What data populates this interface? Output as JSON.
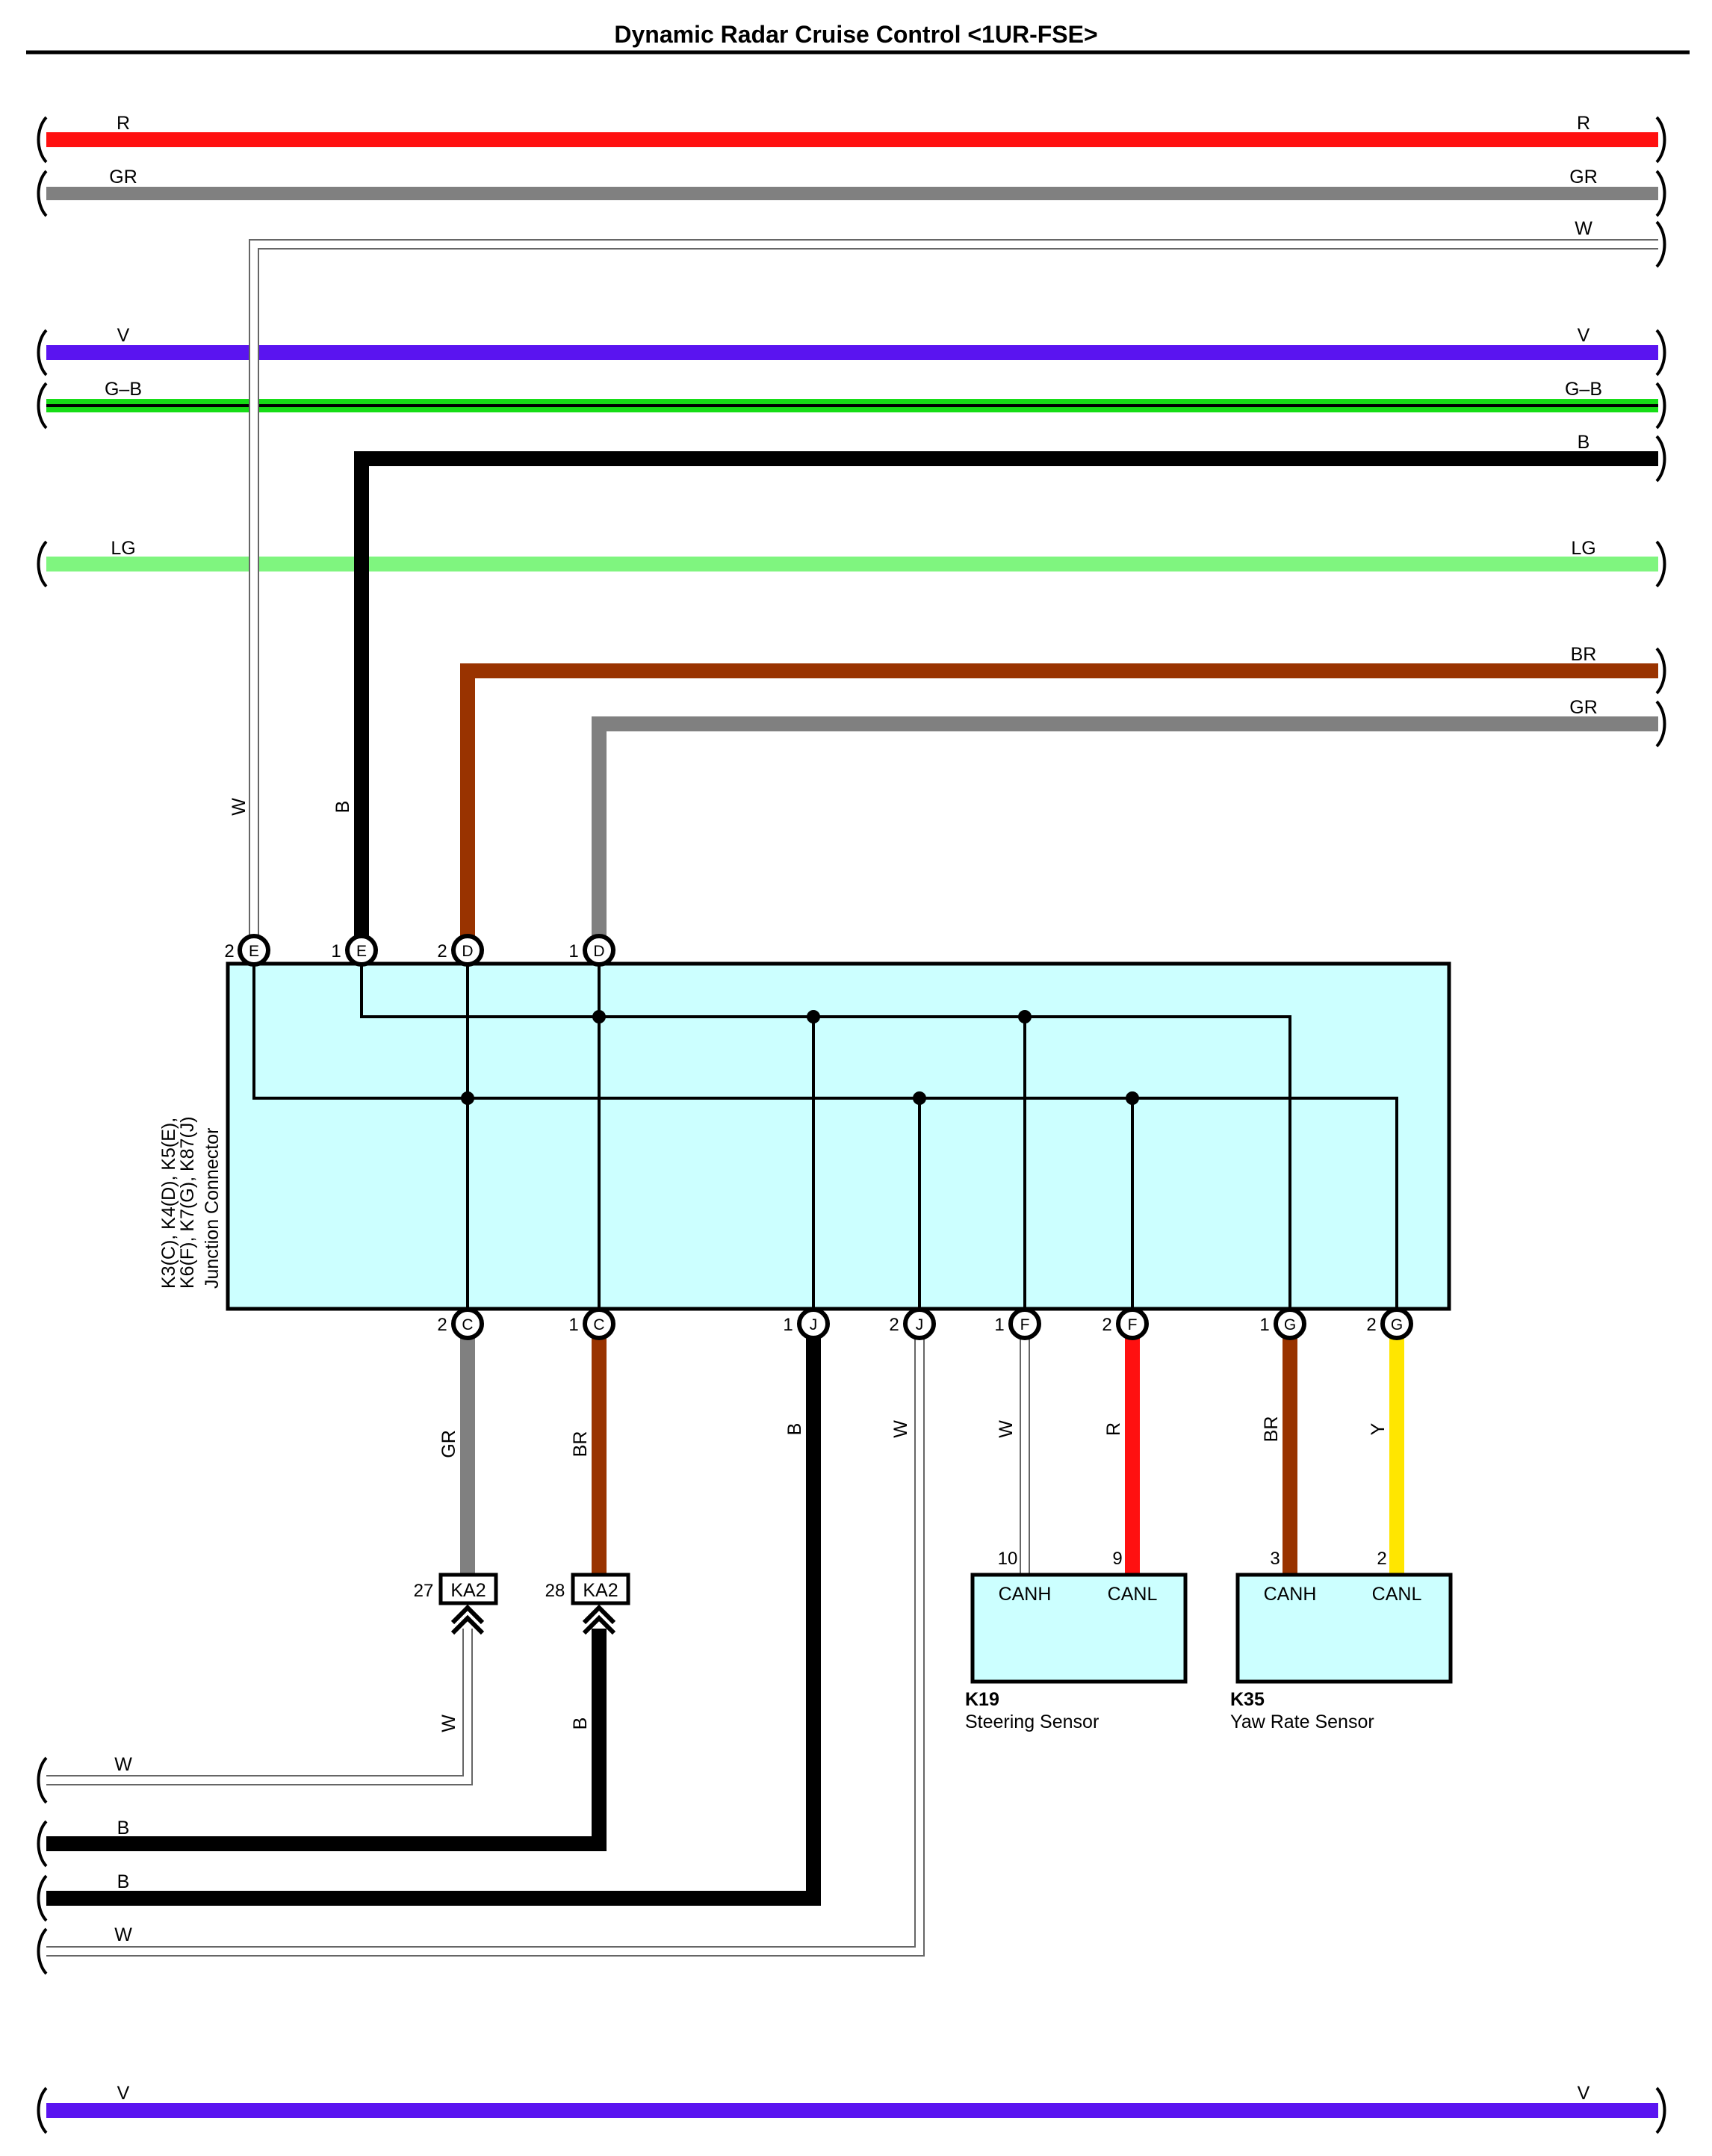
{
  "title": "Dynamic Radar Cruise Control <1UR-FSE>",
  "colors": {
    "R": "#ff1010",
    "GR": "#808080",
    "W": "#ffffff",
    "V": "#5a14f0",
    "G": "#16dd16",
    "LG": "#7ff57f",
    "B": "#000000",
    "BR": "#993300",
    "Y": "#ffe600",
    "box_fill": "#ccffff"
  },
  "top_wires": [
    {
      "left": "R",
      "right": "R"
    },
    {
      "left": "GR",
      "right": "GR"
    },
    {
      "right": "W"
    },
    {
      "left": "V",
      "right": "V"
    },
    {
      "left": "G–B",
      "right": "G–B"
    },
    {
      "right": "B"
    },
    {
      "left": "LG",
      "right": "LG"
    },
    {
      "right": "BR"
    },
    {
      "right": "GR"
    }
  ],
  "vertical_top_labels": [
    "W",
    "B"
  ],
  "junction": {
    "line1": "K3(C), K4(D), K5(E),",
    "line2": "K6(F), K7(G), K87(J)",
    "line3": "Junction Connector",
    "top_pins": [
      {
        "num": "2",
        "letter": "E"
      },
      {
        "num": "1",
        "letter": "E"
      },
      {
        "num": "2",
        "letter": "D"
      },
      {
        "num": "1",
        "letter": "D"
      }
    ],
    "bottom_pins": [
      {
        "num": "2",
        "letter": "C"
      },
      {
        "num": "1",
        "letter": "C"
      },
      {
        "num": "1",
        "letter": "J"
      },
      {
        "num": "2",
        "letter": "J"
      },
      {
        "num": "1",
        "letter": "F"
      },
      {
        "num": "2",
        "letter": "F"
      },
      {
        "num": "1",
        "letter": "G"
      },
      {
        "num": "2",
        "letter": "G"
      }
    ]
  },
  "bottom_wire_labels": [
    "GR",
    "BR",
    "B",
    "W",
    "W",
    "R",
    "BR",
    "Y"
  ],
  "ka2": [
    {
      "pin": "27",
      "name": "KA2"
    },
    {
      "pin": "28",
      "name": "KA2"
    }
  ],
  "lower_vertical_labels": [
    "W",
    "B"
  ],
  "sensors": [
    {
      "id": "K19",
      "name": "Steering Sensor",
      "pins": [
        "10",
        "9"
      ],
      "terms": [
        "CANH",
        "CANL"
      ]
    },
    {
      "id": "K35",
      "name": "Yaw Rate Sensor",
      "pins": [
        "3",
        "2"
      ],
      "terms": [
        "CANH",
        "CANL"
      ]
    }
  ],
  "bottom_left_wires": [
    "W",
    "B",
    "B",
    "W"
  ],
  "bottom_wire": {
    "left": "V",
    "right": "V"
  }
}
